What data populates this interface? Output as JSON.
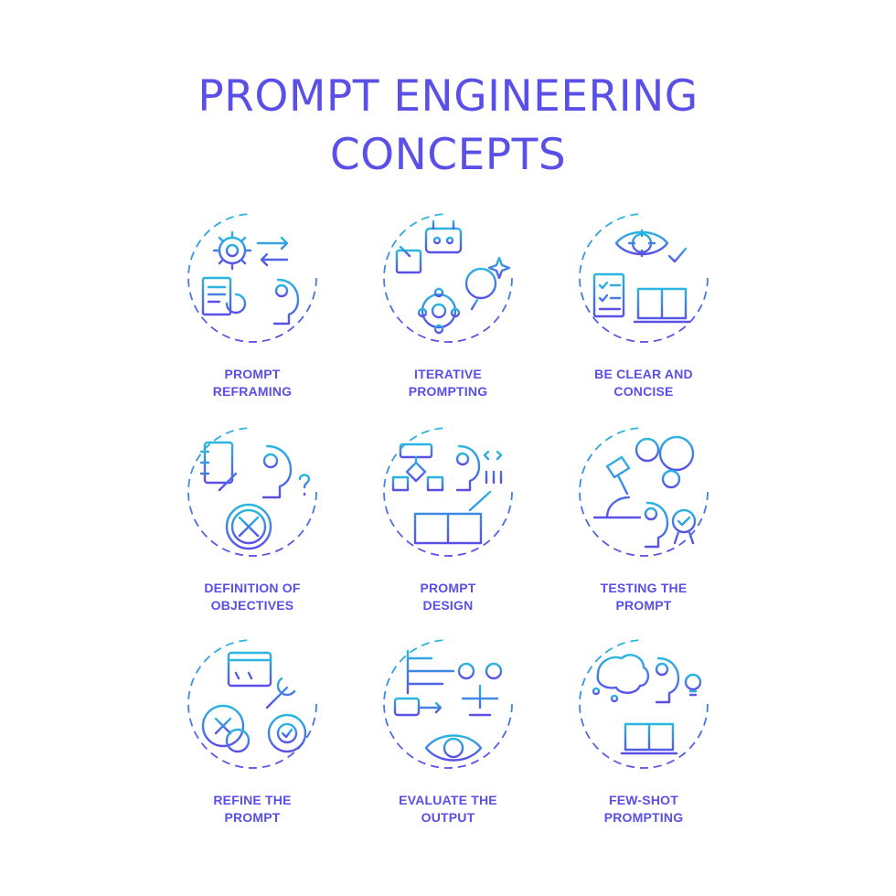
{
  "title": {
    "line1": "PROMPT ENGINEERING",
    "line2": "CONCEPTS"
  },
  "colors": {
    "text": "#5a4fe6",
    "gradient_start": "#2bb6e0",
    "gradient_end": "#5a4fe6",
    "background": "#ffffff"
  },
  "concepts": [
    {
      "line1": "PROMPT",
      "line2": "REFRAMING",
      "icons": [
        "gear-icon",
        "arrows-icon",
        "document-icon",
        "refresh-icon",
        "ai-head-icon"
      ]
    },
    {
      "line1": "ITERATIVE",
      "line2": "PROMPTING",
      "icons": [
        "robot-icon",
        "note-pencil-icon",
        "magnifier-icon",
        "sparkle-icon",
        "gear-cycle-icon"
      ]
    },
    {
      "line1": "BE CLEAR AND",
      "line2": "CONCISE",
      "icons": [
        "eye-target-icon",
        "checkmark-icon",
        "checklist-icon",
        "open-book-icon"
      ]
    },
    {
      "line1": "DEFINITION OF",
      "line2": "OBJECTIVES",
      "icons": [
        "notebook-pencil-icon",
        "ai-head-icon",
        "question-icon",
        "compass-icon"
      ]
    },
    {
      "line1": "PROMPT",
      "line2": "DESIGN",
      "icons": [
        "flowchart-icon",
        "ai-head-icon",
        "binary-code-icon",
        "book-quill-icon"
      ]
    },
    {
      "line1": "TESTING THE",
      "line2": "PROMPT",
      "icons": [
        "microscope-icon",
        "gears-icon",
        "ai-head-icon",
        "award-badge-icon"
      ]
    },
    {
      "line1": "REFINE THE",
      "line2": "PROMPT",
      "icons": [
        "rating-window-icon",
        "wrench-icon",
        "compass-icon",
        "gear-check-icon"
      ]
    },
    {
      "line1": "EVALUATE THE",
      "line2": "OUTPUT",
      "icons": [
        "bar-chart-icon",
        "robot-icon",
        "scales-icon",
        "eye-icon"
      ]
    },
    {
      "line1": "FEW-SHOT",
      "line2": "PROMPTING",
      "icons": [
        "brain-network-icon",
        "ai-head-icon",
        "lightbulb-icon",
        "open-book-icon"
      ]
    }
  ]
}
